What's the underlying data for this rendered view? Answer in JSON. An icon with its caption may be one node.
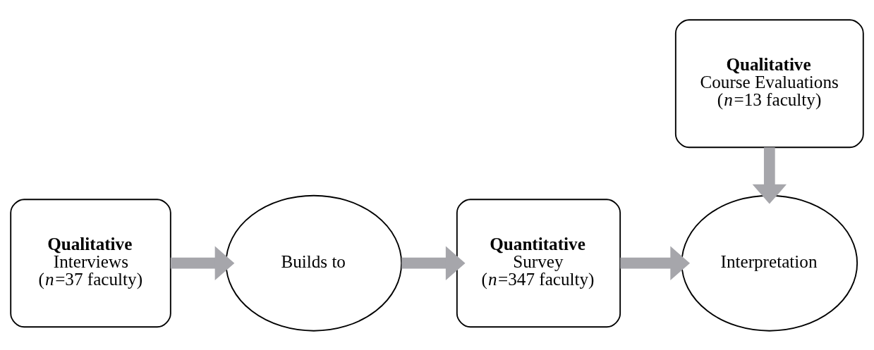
{
  "diagram": {
    "nodes": [
      {
        "text": [
          "Qualitative",
          "Interviews",
          "(*n*=37 faculty)"
        ]
      },
      {
        "text": [
          "Builds to"
        ]
      },
      {
        "text": [
          "Quantitative",
          "Survey",
          "(*n*=347 faculty)"
        ]
      },
      {
        "text": [
          "Interpretation"
        ]
      },
      {
        "text": [
          "Qualitative",
          "Course Evaluations",
          "(*n*=13 faculty)"
        ]
      }
    ],
    "edges": [
      {
        "from": 0,
        "to": 1,
        "arrow": "to"
      },
      {
        "from": 1,
        "to": 2,
        "arrow": "to"
      },
      {
        "from": 2,
        "to": 3,
        "arrow": "to"
      },
      {
        "from": 4,
        "to": 3,
        "arrow": "to"
      }
    ]
  }
}
